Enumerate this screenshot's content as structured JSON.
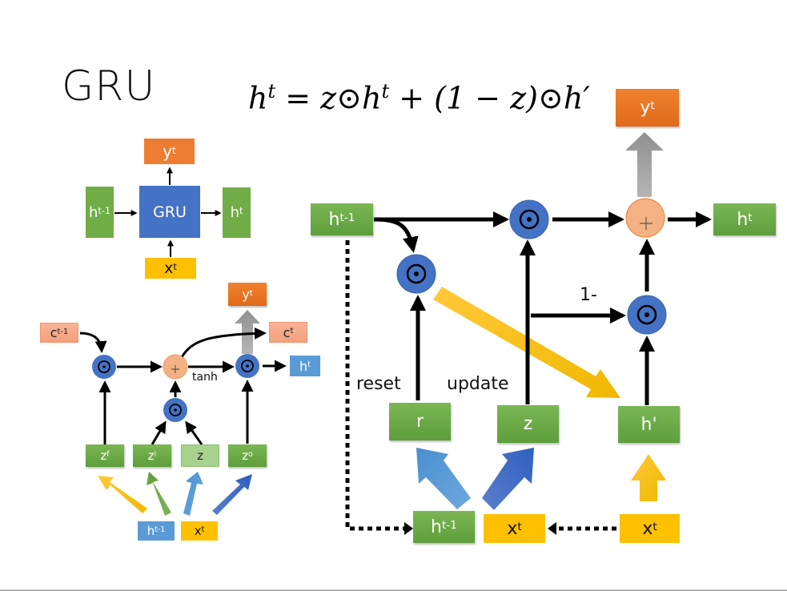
{
  "slide": {
    "title": "GRU",
    "formula": {
      "lhs": "h",
      "lhs_sup": "t",
      "eq": " = z⊙h",
      "mid_sup": "t",
      "rhs": " + (1 − z)⊙h′"
    }
  },
  "simple_diagram": {
    "output": {
      "base": "y",
      "sup": "t"
    },
    "input_prev": {
      "base": "h",
      "sup": "t-1"
    },
    "cell": "GRU",
    "output_state": {
      "base": "h",
      "sup": "t"
    },
    "input": {
      "base": "x",
      "sup": "t"
    }
  },
  "lstm_diagram": {
    "c_prev": {
      "base": "c",
      "sup": "t-1"
    },
    "y": {
      "base": "y",
      "sup": "t"
    },
    "c_out": {
      "base": "c",
      "sup": "t"
    },
    "h_out": {
      "base": "h",
      "sup": "t"
    },
    "tanh_label": "tanh",
    "gates": [
      {
        "base": "z",
        "sup": "f"
      },
      {
        "base": "z",
        "sup": "i"
      },
      {
        "base": "z",
        "sup": ""
      },
      {
        "base": "z",
        "sup": "o"
      }
    ],
    "h_in": {
      "base": "h",
      "sup": "t-1"
    },
    "x_in": {
      "base": "x",
      "sup": "t"
    },
    "mult_symbol": "⊙",
    "plus_symbol": "+"
  },
  "gru_detail": {
    "h_prev": {
      "base": "h",
      "sup": "t-1"
    },
    "y": {
      "base": "y",
      "sup": "t"
    },
    "h_out": {
      "base": "h",
      "sup": "t"
    },
    "one_minus_label": "1-",
    "reset_label": "reset",
    "update_label": "update",
    "r_gate": "r",
    "z_gate": "z",
    "h_candidate": "h'",
    "h_in": {
      "base": "h",
      "sup": "t-1"
    },
    "x_in": {
      "base": "x",
      "sup": "t"
    },
    "x_in_right": {
      "base": "x",
      "sup": "t"
    },
    "mult_symbol": "⊙",
    "plus_symbol": "+"
  },
  "colors": {
    "green": "#70ad47",
    "blue": "#4472c4",
    "light_blue": "#5b9bd5",
    "orange": "#ed7d31",
    "salmon": "#f4b183",
    "yellow": "#ffc000",
    "gray_arrow": "#a6a6a6"
  }
}
